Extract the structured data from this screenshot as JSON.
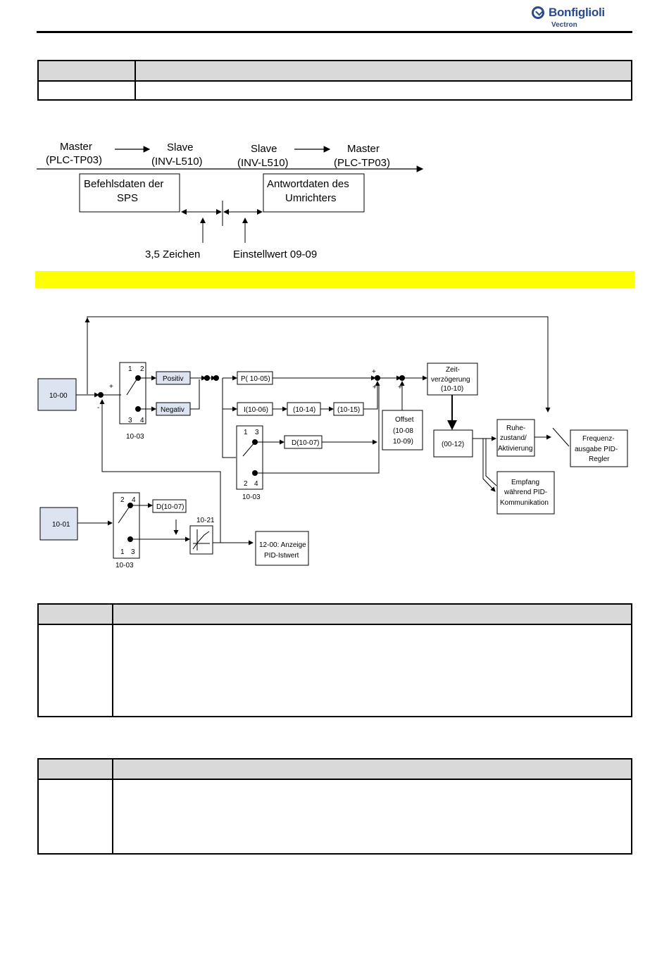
{
  "brand": {
    "name": "Bonfiglioli",
    "sub": "Vectron"
  },
  "timing": {
    "master_left": "Master",
    "master_left_id": "(PLC-TP03)",
    "slave_left": "Slave",
    "slave_left_id": "(INV-L510)",
    "slave_right": "Slave",
    "slave_right_id": "(INV-L510)",
    "master_right": "Master",
    "master_right_id": "(PLC-TP03)",
    "cmd_box_l1": "Befehlsdaten der",
    "cmd_box_l2": "SPS",
    "resp_box_l1": "Antwortdaten des",
    "resp_box_l2": "Umrichters",
    "chars_label": "3,5 Zeichen",
    "setting_label": "Einstellwert 09-09"
  },
  "pid": {
    "in_target": "10-00",
    "in_feedback": "10-01",
    "sw1_top": "1",
    "sw1_top2": "2",
    "sw1_bot": "3",
    "sw1_bot2": "4",
    "sw1_caption": "10-03",
    "positive": "Positiv",
    "negative": "Negativ",
    "p_block": "P( 10-05)",
    "i_block": "I(10-06)",
    "i_lim1": "(10-14)",
    "i_lim2": "(10-15)",
    "sw2_top": "1",
    "sw2_top2": "3",
    "sw2_bot": "2",
    "sw2_bot2": "4",
    "sw2_caption": "10-03",
    "d_block": "D(10-07)",
    "offset_l1": "Offset",
    "offset_l2": "(10-08",
    "offset_l3": "10-09)",
    "delay_l1": "Zeit-",
    "delay_l2": "verzögerung",
    "delay_l3": "(10-10)",
    "limit": "(00-12)",
    "sleep_l1": "Ruhe-",
    "sleep_l2": "zustand/",
    "sleep_l3": "Aktivierung",
    "out_l1": "Frequenz-",
    "out_l2": "ausgabe PID-",
    "out_l3": "Regler",
    "comm_l1": "Empfang",
    "comm_l2": "während PID-",
    "comm_l3": "Kommunikation",
    "sw3_top": "2",
    "sw3_top2": "4",
    "sw3_bot": "1",
    "sw3_bot2": "3",
    "sw3_caption": "10-03",
    "d2_block": "D(10-07)",
    "filter_caption": "10-21",
    "display_l1": "12-00: Anzeige",
    "display_l2": "PID-Istwert",
    "plus": "+",
    "minus": "-"
  }
}
